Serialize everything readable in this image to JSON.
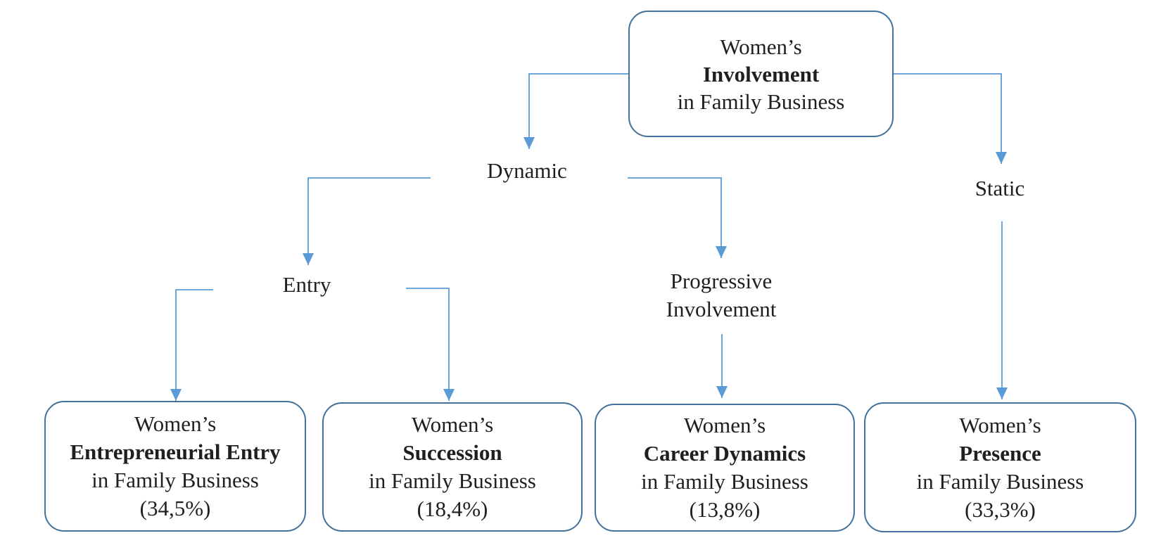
{
  "diagram": {
    "title_hint": "Women’s involvement in family business typology tree",
    "colors": {
      "line": "#5b9bd5",
      "border": "#41719c",
      "text": "#1f1f1f",
      "background": "#ffffff"
    },
    "root": {
      "line1": "Women’s",
      "line2": "Involvement",
      "line3": "in Family Business"
    },
    "branches": {
      "dynamic": "Dynamic",
      "static": "Static",
      "entry": "Entry",
      "progressive_line1": "Progressive",
      "progressive_line2": "Involvement"
    },
    "leaves": [
      {
        "line1": "Women’s",
        "line2": "Entrepreneurial Entry",
        "line3": "in Family Business",
        "pct": "(34,5%)"
      },
      {
        "line1": "Women’s",
        "line2": "Succession",
        "line3": "in Family Business",
        "pct": "(18,4%)"
      },
      {
        "line1": "Women’s",
        "line2": "Career Dynamics",
        "line3": "in Family Business",
        "pct": "(13,8%)"
      },
      {
        "line1": "Women’s",
        "line2": "Presence",
        "line3": "in Family Business",
        "pct": "(33,3%)"
      }
    ]
  }
}
